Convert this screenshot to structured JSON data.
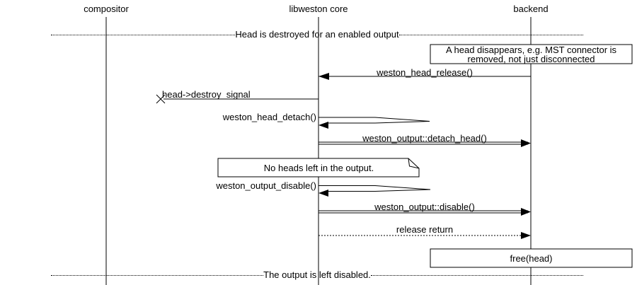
{
  "diagram_type": "sequence",
  "colors": {
    "line": "#000000",
    "background": "#ffffff",
    "box_fill": "#ffffff"
  },
  "lifelines": [
    {
      "label": "compositor"
    },
    {
      "label": "libweston core"
    },
    {
      "label": "backend"
    }
  ],
  "dividers": [
    {
      "label": "Head is destroyed for an enabled output"
    },
    {
      "label": "The output is left disabled."
    }
  ],
  "notes": [
    {
      "lines": [
        "A head disappears, e.g. MST connector is",
        "removed, not just disconnected"
      ],
      "over": "backend"
    },
    {
      "lines": [
        "No heads left in the output."
      ],
      "over": "libweston core"
    }
  ],
  "messages": [
    {
      "label": "weston_head_release()",
      "from": "backend",
      "to": "libweston core",
      "style": "solid-arrow"
    },
    {
      "label": "head->destroy_signal",
      "from": "libweston core",
      "to": "compositor",
      "style": "lost-message-x"
    },
    {
      "label": "weston_head_detach()",
      "from": "libweston core",
      "to": "libweston core",
      "style": "self-call"
    },
    {
      "label": "weston_output::detach_head()",
      "from": "libweston core",
      "to": "backend",
      "style": "double-line-arrow"
    },
    {
      "label": "weston_output_disable()",
      "from": "libweston core",
      "to": "libweston core",
      "style": "self-call"
    },
    {
      "label": "weston_output::disable()",
      "from": "libweston core",
      "to": "backend",
      "style": "double-line-arrow"
    },
    {
      "label": "release return",
      "from": "libweston core",
      "to": "backend",
      "style": "dotted-arrow"
    }
  ],
  "action_boxes": [
    {
      "label": "free(head)",
      "over": "backend"
    }
  ]
}
